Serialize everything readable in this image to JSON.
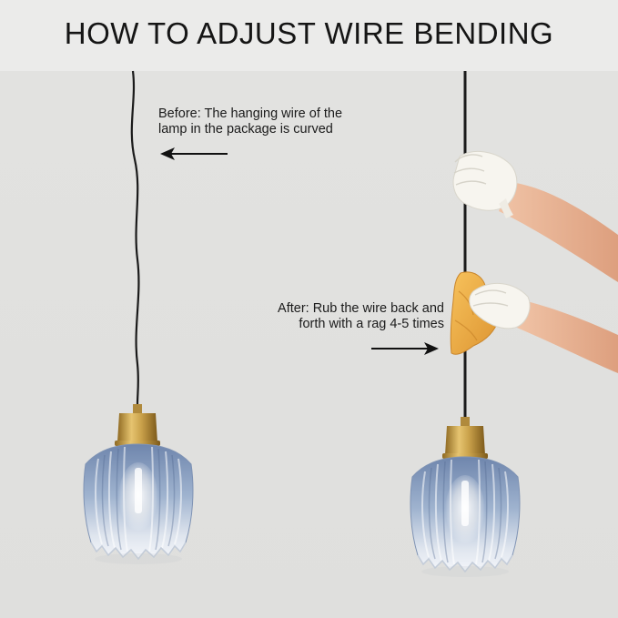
{
  "header": {
    "title": "HOW TO ADJUST WIRE BENDING"
  },
  "notes": {
    "before": {
      "line1": "Before: The hanging wire of the",
      "line2": "lamp in the package is curved"
    },
    "after": {
      "line1": "After: Rub the wire back and",
      "line2": "forth with a rag 4-5 times"
    }
  },
  "icons": {
    "before_arrow": "left-arrow-icon",
    "after_arrow": "right-arrow-icon"
  },
  "colors": {
    "background": "#e4e4e2",
    "text": "#151515",
    "wire": "#1a1a1a",
    "brass": "#c9a14a",
    "glass": "#8fa6c4",
    "rag": "#f0b24a",
    "glove": "#f7f5ef",
    "skin": "#eab596"
  }
}
